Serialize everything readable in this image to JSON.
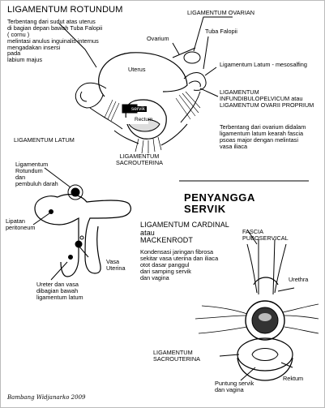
{
  "texts": {
    "rotundum_title": "LIGAMENTUM ROTUNDUM",
    "rotundum_desc": "Terbentang dari sudut atas uterus\ndi bagian depan bawah Tuba Falopii\n( cornu )\nmelintasi anulus inguinalis internus\nmengadakan insersi\npada\nlabium majus",
    "ovarian": "LIGAMENTUM OVARIAN",
    "ovarium": "Ovarium",
    "tuba": "Tuba Falopii",
    "uterus": "Uterus",
    "latum_meso": "Ligamentum Latum - mesosalfing",
    "infundibulo": "LIGAMENTUM\nINFUNDIBULOPELVICUM atau\nLIGAMENTUM OVARII PROPRIUM",
    "infundibulo_desc": "Terbentang dari ovarium didalam\nligamentum latum kearah fascia\npsoas major dengan melintasi\nvasa iliaca",
    "servik_label": "servik",
    "rectum_label": "Rectum",
    "sacro_top": "LIGAMENTUM\nSACROUTERINA",
    "latum_title": "LIGAMENTUM LATUM",
    "rotundum_small": "Ligamentum\nRotundum\ndan\npembuluh darah",
    "lipatan": "Lipatan\nperitoneum",
    "vasa_uterina": "Vasa\nUterina",
    "ureter_desc": "Ureter dan vasa\ndibagian bawah\nligamentum latum",
    "penyangga_title": "PENYANGGA\nSERVIK",
    "cardinal_title": "LIGAMENTUM CARDINAL\natau\nMACKENRODT",
    "cardinal_desc": "Kondensasi jaringan fibrosa\nsekitar vasa uterina dan iliaca\notot dasar panggul\ndari samping servik\ndan vagina",
    "fascia": "FASCIA\nPUBOSERVICAL",
    "urethra": "Urethra",
    "sacro_bottom": "LIGAMENTUM\nSACROUTERINA",
    "puntung": "Puntung servik\ndan vagina",
    "rektum": "Rektum",
    "signature": "Bambang Widjanarko 2009"
  }
}
